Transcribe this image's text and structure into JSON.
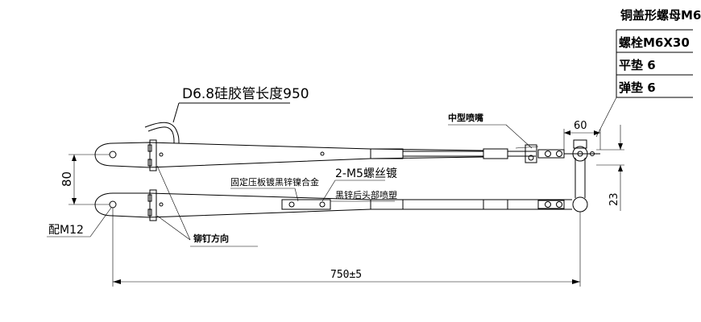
{
  "labels": {
    "hose": "D6.8硅胶管长度950",
    "nozzle": "中型喷嘴",
    "plate": "固定压板镀黑锌镍合金",
    "screws": "2-M5螺丝镀",
    "rear": "黑锌后头部喷塑",
    "rivet": "铆钉方向",
    "fit": "配M12"
  },
  "dimensions": {
    "spacing": "80",
    "length": "750±5",
    "offset_h": "60",
    "offset_v": "23"
  },
  "parts_table": {
    "title": "铜盖形螺母M6",
    "rows": [
      "螺栓M6X30",
      "平垫 6",
      "弹垫 6"
    ]
  }
}
